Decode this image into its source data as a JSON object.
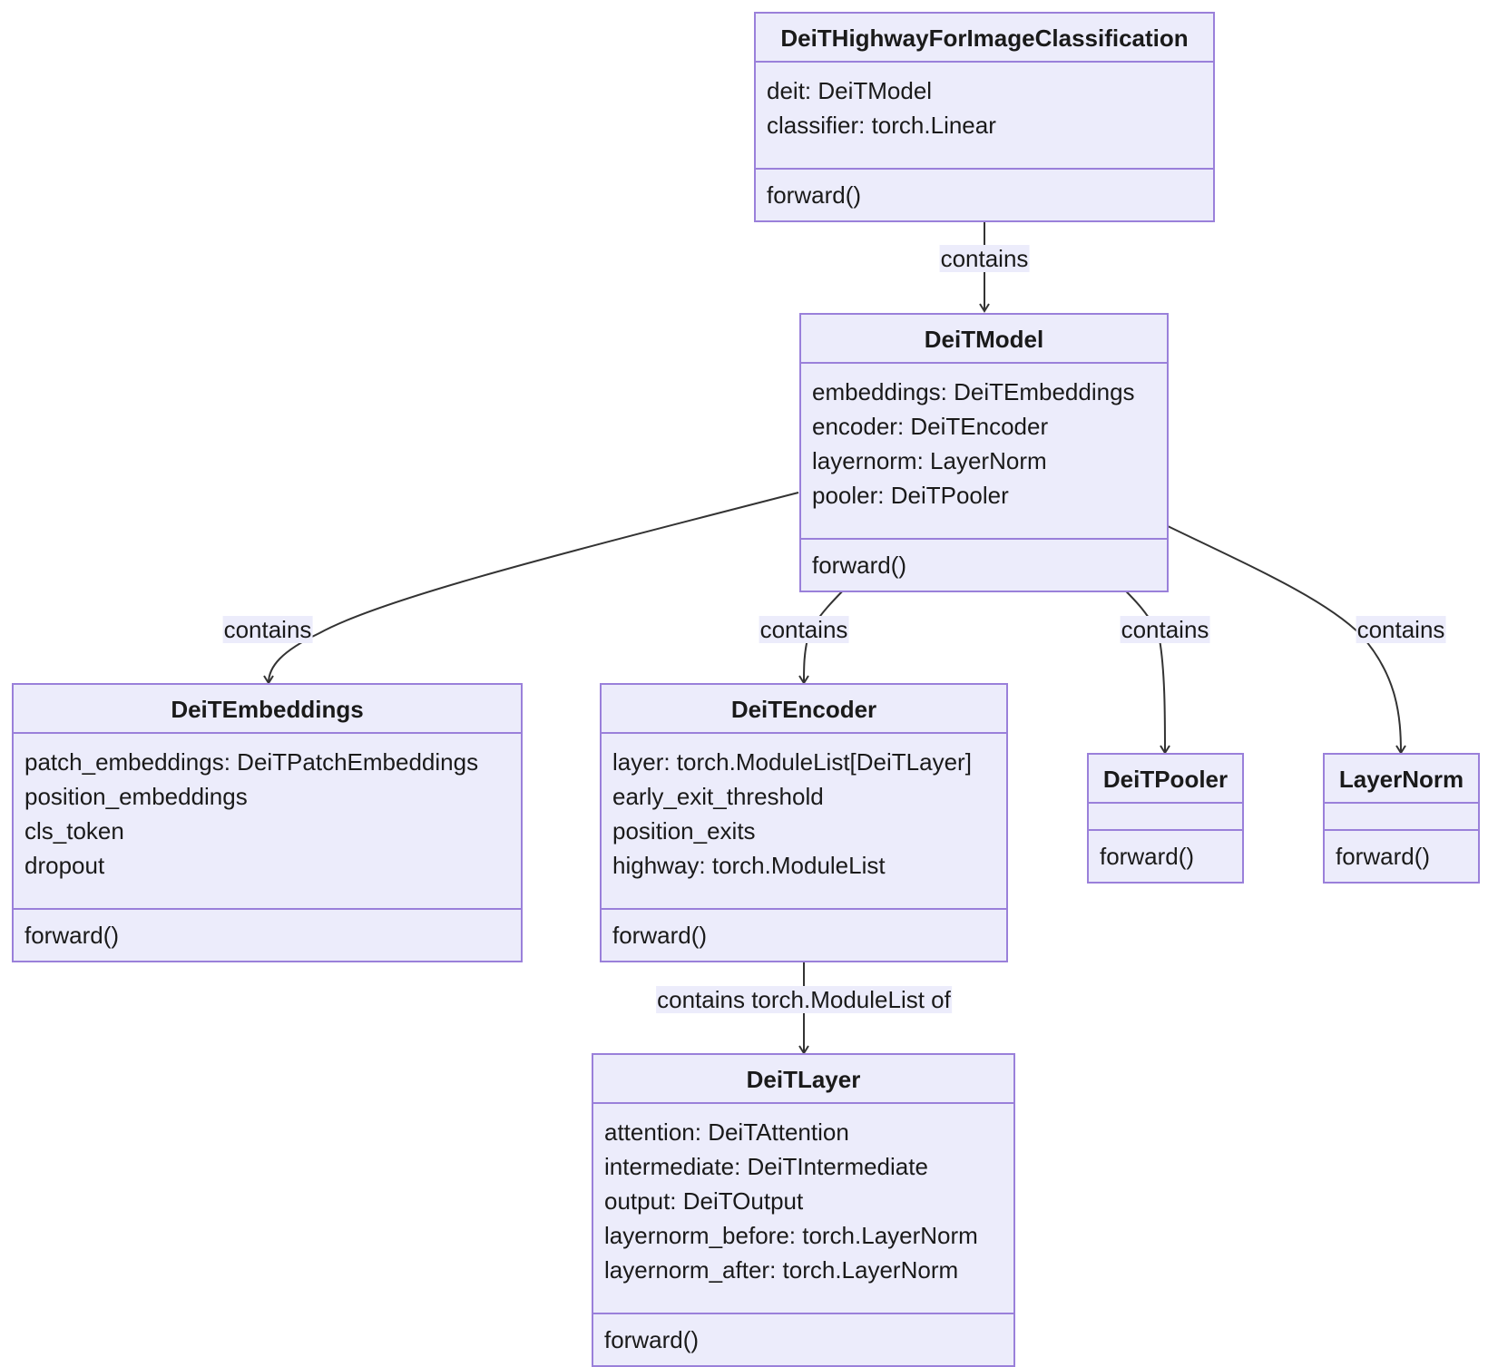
{
  "classes": {
    "highway": {
      "name": "DeiTHighwayForImageClassification",
      "attributes": [
        "deit: DeiTModel",
        "classifier: torch.Linear"
      ],
      "methods": [
        "forward()"
      ]
    },
    "model": {
      "name": "DeiTModel",
      "attributes": [
        "embeddings: DeiTEmbeddings",
        "encoder: DeiTEncoder",
        "layernorm: LayerNorm",
        "pooler: DeiTPooler"
      ],
      "methods": [
        "forward()"
      ]
    },
    "embeddings": {
      "name": "DeiTEmbeddings",
      "attributes": [
        "patch_embeddings: DeiTPatchEmbeddings",
        "position_embeddings",
        "cls_token",
        "dropout"
      ],
      "methods": [
        "forward()"
      ]
    },
    "encoder": {
      "name": "DeiTEncoder",
      "attributes": [
        "layer: torch.ModuleList[DeiTLayer]",
        "early_exit_threshold",
        "position_exits",
        "highway: torch.ModuleList"
      ],
      "methods": [
        "forward()"
      ]
    },
    "pooler": {
      "name": "DeiTPooler",
      "attributes": [],
      "methods": [
        "forward()"
      ]
    },
    "layernorm": {
      "name": "LayerNorm",
      "attributes": [],
      "methods": [
        "forward()"
      ]
    },
    "layer": {
      "name": "DeiTLayer",
      "attributes": [
        "attention: DeiTAttention",
        "intermediate: DeiTIntermediate",
        "output: DeiTOutput",
        "layernorm_before: torch.LayerNorm",
        "layernorm_after: torch.LayerNorm"
      ],
      "methods": [
        "forward()"
      ]
    }
  },
  "relations": [
    {
      "from": "highway",
      "to": "model",
      "label": "contains"
    },
    {
      "from": "model",
      "to": "embeddings",
      "label": "contains"
    },
    {
      "from": "model",
      "to": "encoder",
      "label": "contains"
    },
    {
      "from": "model",
      "to": "pooler",
      "label": "contains"
    },
    {
      "from": "model",
      "to": "layernorm",
      "label": "contains"
    },
    {
      "from": "encoder",
      "to": "layer",
      "label": "contains torch.ModuleList of"
    }
  ],
  "colors": {
    "node_fill": "#ececfb",
    "node_border": "#9a80da",
    "edge": "#333333"
  }
}
